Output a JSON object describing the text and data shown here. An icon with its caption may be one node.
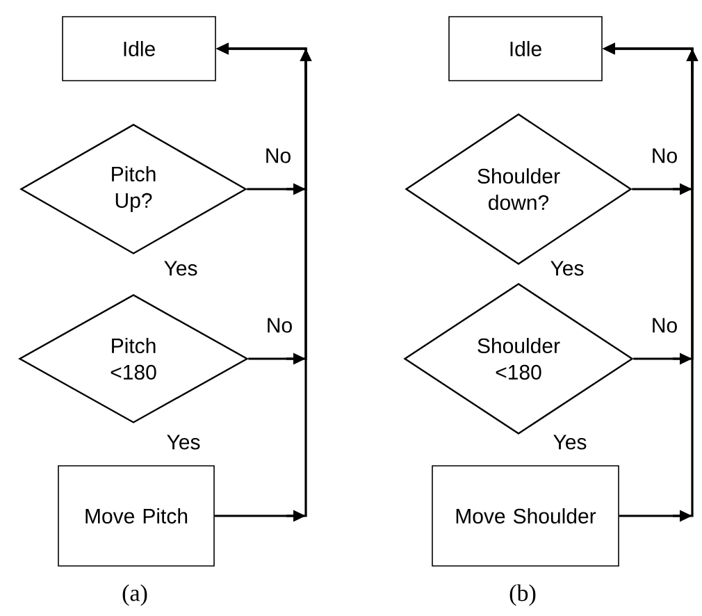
{
  "diagram": {
    "nodes": [
      {
        "text": [
          "Idle"
        ]
      },
      {
        "text": [
          "Pitch Up?"
        ]
      },
      {
        "text": [
          "Pitch <180"
        ]
      },
      {
        "text": [
          "Move Pitch"
        ]
      },
      {
        "text": [
          "Idle"
        ]
      },
      {
        "text": [
          "Shoulder down?"
        ]
      },
      {
        "text": [
          "Shoulder <180"
        ]
      },
      {
        "text": [
          "Move Shoulder"
        ]
      }
    ],
    "edges": [
      {
        "from": 1,
        "to": 0,
        "arrow": "to",
        "label": "No"
      },
      {
        "from": 2,
        "to": 0,
        "arrow": "to",
        "label": "No"
      },
      {
        "from": 3,
        "to": 0,
        "arrow": "to"
      },
      {
        "from": 5,
        "to": 4,
        "arrow": "to",
        "label": "No"
      },
      {
        "from": 6,
        "to": 4,
        "arrow": "to",
        "label": "No"
      },
      {
        "from": 7,
        "to": 4,
        "arrow": "to"
      }
    ],
    "labels": [
      "Yes",
      "Yes",
      "(a)",
      "Yes",
      "Yes",
      "(b)"
    ]
  }
}
